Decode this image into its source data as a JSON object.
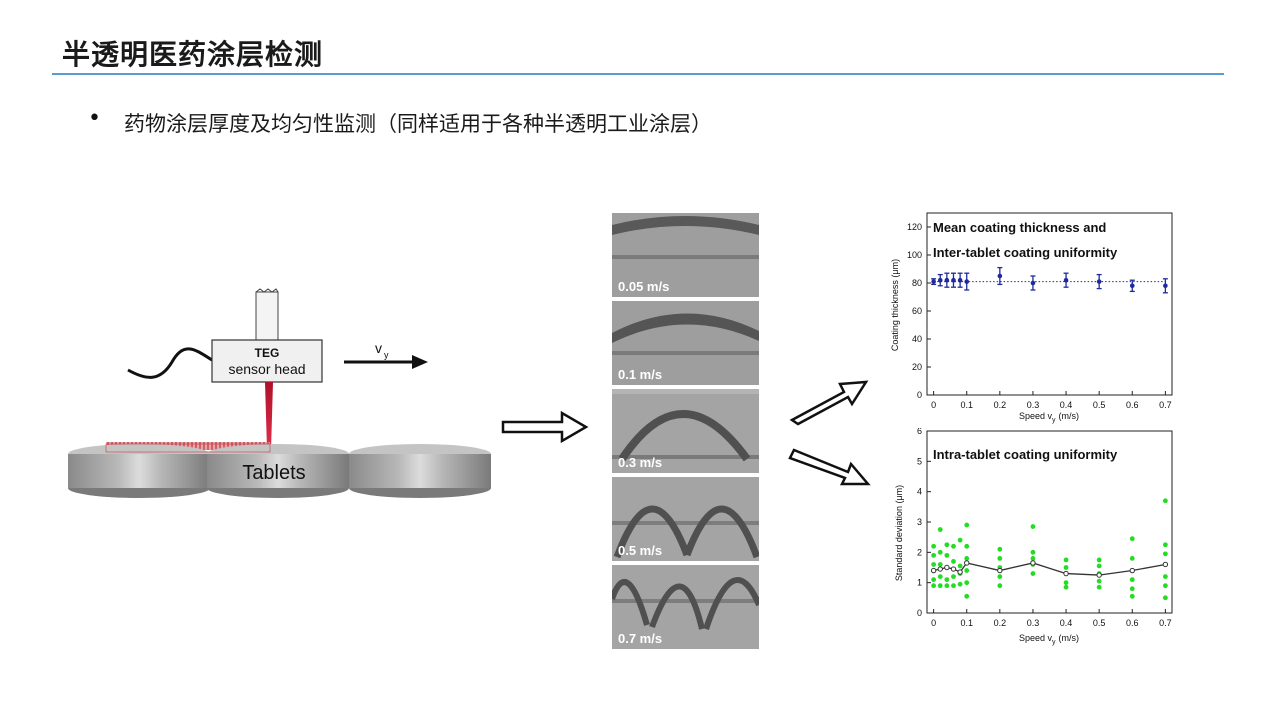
{
  "slide": {
    "title": "半透明医药涂层检测",
    "bullet": "药物涂层厚度及均匀性监测（同样适用于各种半透明工业涂层）"
  },
  "diagram": {
    "sensor_name": "TEG",
    "sensor_sub": "sensor head",
    "tablets_label": "Tablets",
    "speed_label": "v",
    "speed_sub": "y"
  },
  "scans": [
    {
      "label": "0.05 m/s"
    },
    {
      "label": "0.1 m/s"
    },
    {
      "label": "0.3 m/s"
    },
    {
      "label": "0.5 m/s"
    },
    {
      "label": "0.7 m/s"
    }
  ],
  "chart_data": [
    {
      "type": "scatter",
      "title": "Mean coating thickness and",
      "subtitle": "Inter-tablet coating uniformity",
      "xlabel": "Speed v",
      "xlabel_sub": "y",
      "xlabel_unit": "(m/s)",
      "ylabel": "Coating thickness (μm)",
      "xlim": [
        -0.02,
        0.72
      ],
      "ylim": [
        0,
        120
      ],
      "xticks": [
        "0",
        "0.1",
        "0.2",
        "0.3",
        "0.4",
        "0.5",
        "0.6",
        "0.7"
      ],
      "yticks": [
        "0",
        "20",
        "40",
        "60",
        "80",
        "100",
        "120"
      ],
      "grid": false,
      "color": "#1f2a9c",
      "reference_line": 81,
      "points": [
        {
          "x": 0,
          "y": 81,
          "err": 2
        },
        {
          "x": 0.02,
          "y": 82,
          "err": 4
        },
        {
          "x": 0.04,
          "y": 82,
          "err": 5
        },
        {
          "x": 0.06,
          "y": 82,
          "err": 5
        },
        {
          "x": 0.08,
          "y": 82,
          "err": 5
        },
        {
          "x": 0.1,
          "y": 81,
          "err": 6
        },
        {
          "x": 0.2,
          "y": 85,
          "err": 6
        },
        {
          "x": 0.3,
          "y": 80,
          "err": 5
        },
        {
          "x": 0.4,
          "y": 82,
          "err": 5
        },
        {
          "x": 0.5,
          "y": 81,
          "err": 5
        },
        {
          "x": 0.6,
          "y": 78,
          "err": 4
        },
        {
          "x": 0.7,
          "y": 78,
          "err": 5
        }
      ]
    },
    {
      "type": "scatter",
      "title": "Intra-tablet coating uniformity",
      "xlabel": "Speed v",
      "xlabel_sub": "y",
      "xlabel_unit": "(m/s)",
      "ylabel": "Standard deviation (μm)",
      "xlim": [
        -0.02,
        0.72
      ],
      "ylim": [
        0,
        6
      ],
      "xticks": [
        "0",
        "0.1",
        "0.2",
        "0.3",
        "0.4",
        "0.5",
        "0.6",
        "0.7"
      ],
      "yticks": [
        "0",
        "1",
        "2",
        "3",
        "4",
        "5",
        "6"
      ],
      "grid": false,
      "point_color": "#22dd22",
      "line_color": "#333333",
      "mean_line": [
        {
          "x": 0,
          "y": 1.4
        },
        {
          "x": 0.02,
          "y": 1.45
        },
        {
          "x": 0.04,
          "y": 1.5
        },
        {
          "x": 0.06,
          "y": 1.45
        },
        {
          "x": 0.08,
          "y": 1.35
        },
        {
          "x": 0.1,
          "y": 1.65
        },
        {
          "x": 0.2,
          "y": 1.4
        },
        {
          "x": 0.3,
          "y": 1.65
        },
        {
          "x": 0.4,
          "y": 1.3
        },
        {
          "x": 0.5,
          "y": 1.25
        },
        {
          "x": 0.6,
          "y": 1.4
        },
        {
          "x": 0.7,
          "y": 1.6
        }
      ],
      "points": [
        {
          "x": 0,
          "y": 0.9
        },
        {
          "x": 0,
          "y": 1.1
        },
        {
          "x": 0,
          "y": 1.6
        },
        {
          "x": 0,
          "y": 1.9
        },
        {
          "x": 0,
          "y": 2.2
        },
        {
          "x": 0.02,
          "y": 0.9
        },
        {
          "x": 0.02,
          "y": 1.2
        },
        {
          "x": 0.02,
          "y": 1.6
        },
        {
          "x": 0.02,
          "y": 2.0
        },
        {
          "x": 0.02,
          "y": 2.75
        },
        {
          "x": 0.04,
          "y": 0.9
        },
        {
          "x": 0.04,
          "y": 1.1
        },
        {
          "x": 0.04,
          "y": 1.5
        },
        {
          "x": 0.04,
          "y": 1.9
        },
        {
          "x": 0.04,
          "y": 2.25
        },
        {
          "x": 0.06,
          "y": 0.9
        },
        {
          "x": 0.06,
          "y": 1.2
        },
        {
          "x": 0.06,
          "y": 1.7
        },
        {
          "x": 0.06,
          "y": 2.2
        },
        {
          "x": 0.08,
          "y": 0.95
        },
        {
          "x": 0.08,
          "y": 1.3
        },
        {
          "x": 0.08,
          "y": 1.55
        },
        {
          "x": 0.08,
          "y": 2.4
        },
        {
          "x": 0.1,
          "y": 0.55
        },
        {
          "x": 0.1,
          "y": 1.0
        },
        {
          "x": 0.1,
          "y": 1.4
        },
        {
          "x": 0.1,
          "y": 1.8
        },
        {
          "x": 0.1,
          "y": 2.2
        },
        {
          "x": 0.1,
          "y": 2.9
        },
        {
          "x": 0.2,
          "y": 0.9
        },
        {
          "x": 0.2,
          "y": 1.2
        },
        {
          "x": 0.2,
          "y": 1.5
        },
        {
          "x": 0.2,
          "y": 1.8
        },
        {
          "x": 0.2,
          "y": 2.1
        },
        {
          "x": 0.3,
          "y": 1.3
        },
        {
          "x": 0.3,
          "y": 1.6
        },
        {
          "x": 0.3,
          "y": 1.8
        },
        {
          "x": 0.3,
          "y": 2.0
        },
        {
          "x": 0.3,
          "y": 2.85
        },
        {
          "x": 0.4,
          "y": 0.85
        },
        {
          "x": 0.4,
          "y": 1.0
        },
        {
          "x": 0.4,
          "y": 1.3
        },
        {
          "x": 0.4,
          "y": 1.5
        },
        {
          "x": 0.4,
          "y": 1.75
        },
        {
          "x": 0.5,
          "y": 0.85
        },
        {
          "x": 0.5,
          "y": 1.05
        },
        {
          "x": 0.5,
          "y": 1.3
        },
        {
          "x": 0.5,
          "y": 1.55
        },
        {
          "x": 0.5,
          "y": 1.75
        },
        {
          "x": 0.6,
          "y": 0.55
        },
        {
          "x": 0.6,
          "y": 0.8
        },
        {
          "x": 0.6,
          "y": 1.1
        },
        {
          "x": 0.6,
          "y": 1.4
        },
        {
          "x": 0.6,
          "y": 1.8
        },
        {
          "x": 0.6,
          "y": 2.45
        },
        {
          "x": 0.7,
          "y": 0.5
        },
        {
          "x": 0.7,
          "y": 0.9
        },
        {
          "x": 0.7,
          "y": 1.2
        },
        {
          "x": 0.7,
          "y": 1.6
        },
        {
          "x": 0.7,
          "y": 1.95
        },
        {
          "x": 0.7,
          "y": 2.25
        },
        {
          "x": 0.7,
          "y": 3.7
        }
      ]
    }
  ]
}
